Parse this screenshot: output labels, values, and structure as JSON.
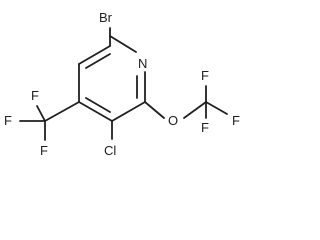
{
  "molecule": {
    "atoms": {
      "br": "Br",
      "n": "N",
      "cl": "Cl",
      "o": "O",
      "cf3_ring_f_left": "F",
      "cf3_ring_f_top": "F",
      "cf3_ring_f_bottom": "F",
      "ocf3_f_top": "F",
      "ocf3_f_right": "F",
      "ocf3_f_bottom": "F"
    }
  }
}
